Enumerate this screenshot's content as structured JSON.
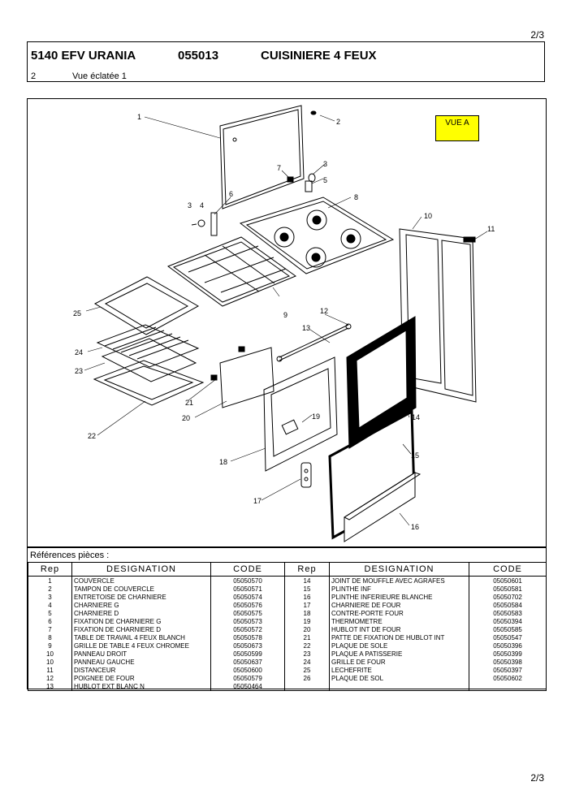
{
  "page_number": "2/3",
  "header": {
    "model": "5140 EFV URANIA",
    "ref": "055013",
    "title": "CUISINIERE 4 FEUX",
    "section_no": "2",
    "section_title": "Vue éclatée 1"
  },
  "drawing": {
    "view_label": "VUE A",
    "callouts": [
      "1",
      "2",
      "3",
      "4",
      "5",
      "6",
      "7",
      "8",
      "9",
      "10",
      "11",
      "12",
      "13",
      "14",
      "15",
      "16",
      "17",
      "18",
      "19",
      "20",
      "21",
      "22",
      "23",
      "24",
      "25",
      "3"
    ]
  },
  "references": {
    "title": "Références pièces :",
    "headers": [
      "Rep",
      "DESIGNATION",
      "CODE",
      "Rep",
      "DESIGNATION",
      "CODE"
    ],
    "rows": [
      [
        "1",
        "COUVERCLE",
        "05050570",
        "14",
        "JOINT DE MOUFFLE AVEC AGRAFES",
        "05050601"
      ],
      [
        "2",
        "TAMPON DE COUVERCLE",
        "05050571",
        "15",
        "PLINTHE INF",
        "05050581"
      ],
      [
        "3",
        "ENTRETOISE DE CHARNIERE",
        "05050574",
        "16",
        "PLINTHE INFERIEURE BLANCHE",
        "05050702"
      ],
      [
        "4",
        "CHARNIERE G",
        "05050576",
        "17",
        "CHARNIERE DE FOUR",
        "05050584"
      ],
      [
        "5",
        "CHARNIERE D",
        "05050575",
        "18",
        "CONTRE-PORTE FOUR",
        "05050583"
      ],
      [
        "6",
        "FIXATION DE CHARNIERE G",
        "05050573",
        "19",
        "THERMOMETRE",
        "05050394"
      ],
      [
        "7",
        "FIXATION DE CHARNIERE D",
        "05050572",
        "20",
        "HUBLOT INT DE FOUR",
        "05050585"
      ],
      [
        "8",
        "TABLE DE TRAVAIL 4 FEUX BLANCH",
        "05050578",
        "21",
        "PATTE DE FIXATION DE HUBLOT INT",
        "05050547"
      ],
      [
        "9",
        "GRILLE DE TABLE 4 FEUX CHROMEE",
        "05050673",
        "22",
        "PLAQUE DE SOLE",
        "05050396"
      ],
      [
        "10",
        "PANNEAU DROIT",
        "05050599",
        "23",
        "PLAQUE A PATISSERIE",
        "05050399"
      ],
      [
        "10",
        "PANNEAU GAUCHE",
        "05050637",
        "24",
        "GRILLE DE FOUR",
        "05050398"
      ],
      [
        "11",
        "DISTANCEUR",
        "05050600",
        "25",
        "LECHEFRITE",
        "05050397"
      ],
      [
        "12",
        "POIGNEE DE FOUR",
        "05050579",
        "26",
        "PLAQUE DE SOL",
        "05050602"
      ],
      [
        "13",
        "HUBLOT EXT BLANC N",
        "05050464",
        "",
        "",
        ""
      ]
    ]
  }
}
